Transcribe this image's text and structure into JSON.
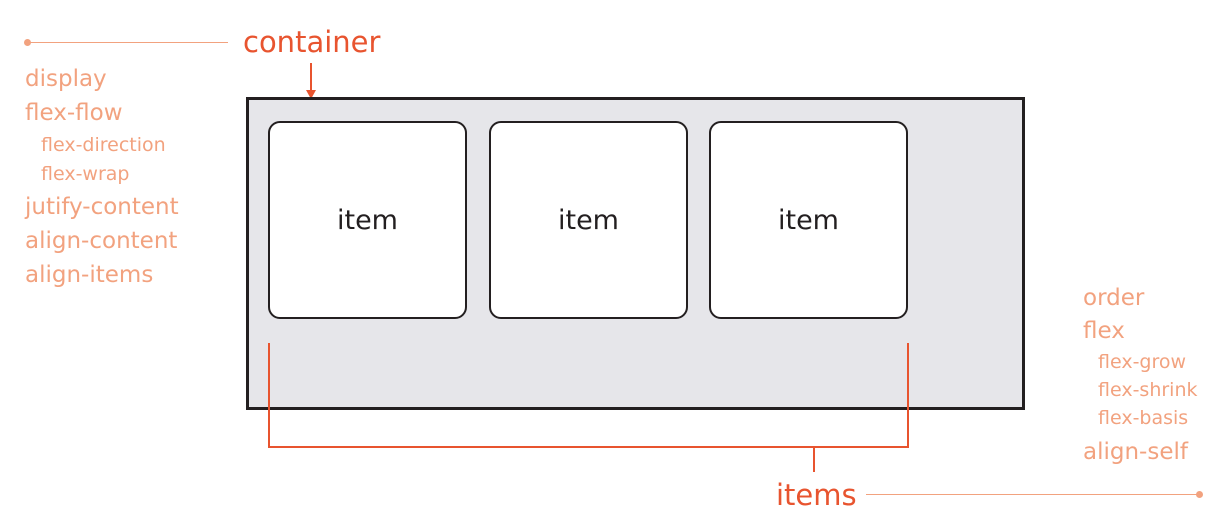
{
  "container": {
    "label": "container",
    "properties": [
      {
        "text": "display",
        "sub": false
      },
      {
        "text": "flex-flow",
        "sub": false
      },
      {
        "text": "flex-direction",
        "sub": true
      },
      {
        "text": "flex-wrap",
        "sub": true
      },
      {
        "text": "jutify-content",
        "sub": false
      },
      {
        "text": "align-content",
        "sub": false
      },
      {
        "text": "align-items",
        "sub": false
      }
    ]
  },
  "items": {
    "label": "items",
    "item_labels": [
      "item",
      "item",
      "item"
    ],
    "properties": [
      {
        "text": "order",
        "sub": false
      },
      {
        "text": "flex",
        "sub": false
      },
      {
        "text": "flex-grow",
        "sub": true
      },
      {
        "text": "flex-shrink",
        "sub": true
      },
      {
        "text": "flex-basis",
        "sub": true
      },
      {
        "text": "align-self",
        "sub": false
      }
    ]
  },
  "colors": {
    "accent": "#e8542f",
    "accent_light": "#f2a27f",
    "border": "#231f20",
    "container_fill": "#e6e6ea"
  }
}
